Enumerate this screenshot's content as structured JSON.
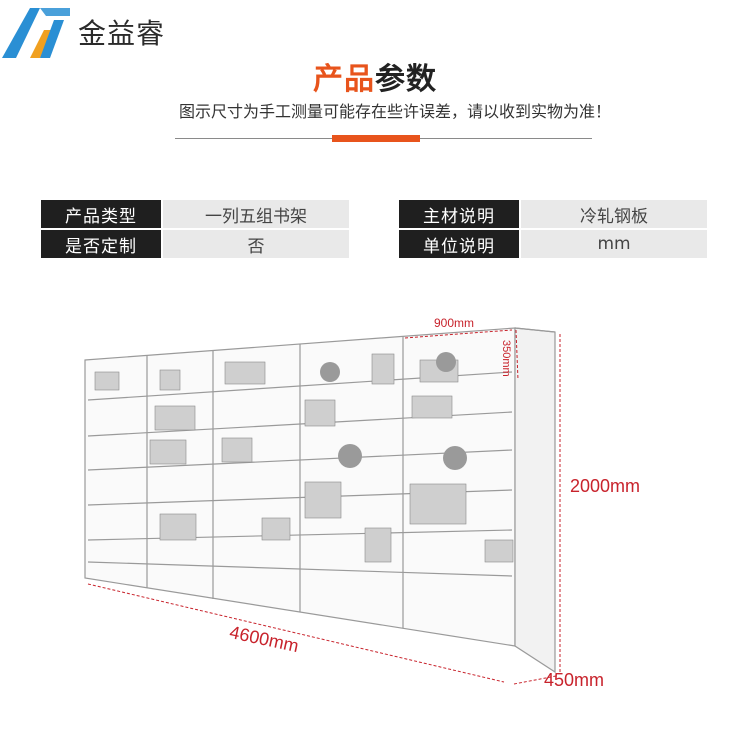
{
  "brand": {
    "name": "金益睿",
    "accent": "#2a8fd4",
    "accent2": "#f0a020"
  },
  "header": {
    "title_part1": "产品",
    "title_part2": "参数",
    "subtitle": "图示尺寸为手工测量可能存在些许误差，请以收到实物为准！",
    "accent_color": "#e8541c"
  },
  "specs": [
    {
      "label": "产品类型",
      "value": "一列五组书架"
    },
    {
      "label": "主材说明",
      "value": "冷轧钢板"
    },
    {
      "label": "是否定制",
      "value": "否"
    },
    {
      "label": "单位说明",
      "value": "mm"
    }
  ],
  "dimensions": {
    "width": "4600mm",
    "height": "2000mm",
    "depth": "450mm",
    "section_width": "900mm",
    "shelf_depth": "350mm",
    "color": "#c8232c"
  }
}
